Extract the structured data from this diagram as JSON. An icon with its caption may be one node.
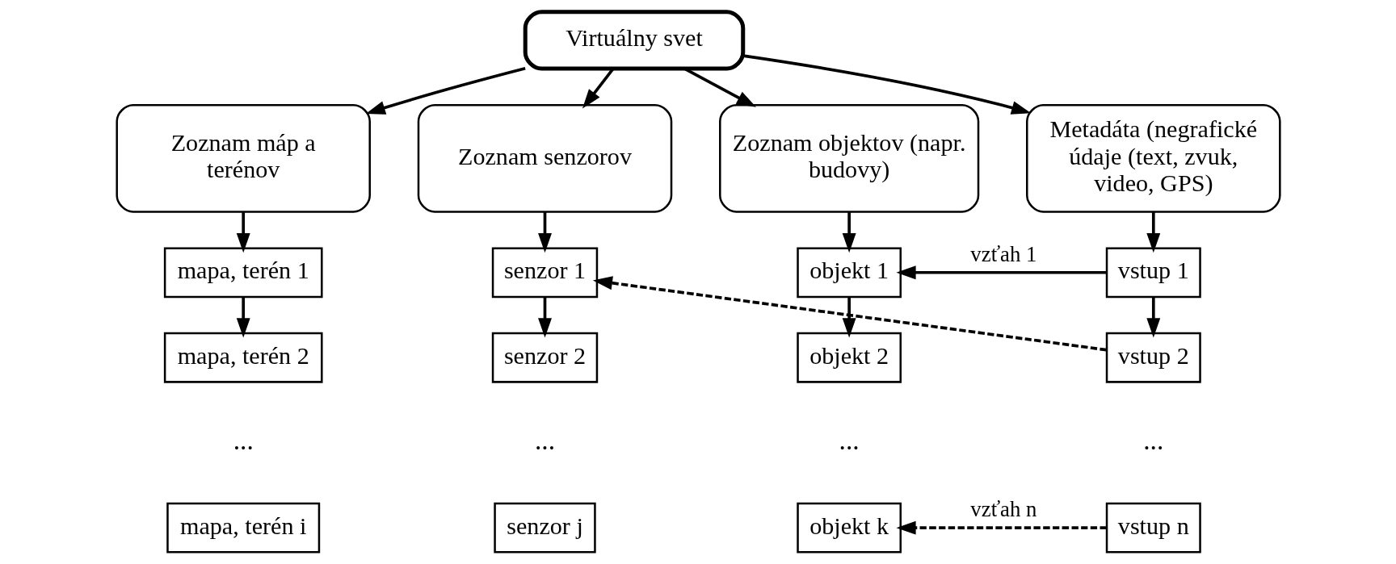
{
  "diagram": {
    "nodes": [
      {
        "text": [
          "Virtuálny svet"
        ]
      },
      {
        "text": [
          "Zoznam máp a terénov"
        ]
      },
      {
        "text": [
          "Zoznam senzorov"
        ]
      },
      {
        "text": [
          "Zoznam objektov (napr. budovy)"
        ]
      },
      {
        "text": [
          "Metadáta (negrafické údaje (text, zvuk, video, GPS)"
        ]
      },
      {
        "text": [
          "mapa, terén 1"
        ]
      },
      {
        "text": [
          "mapa, terén 2"
        ]
      },
      {
        "text": [
          "mapa, terén i"
        ]
      },
      {
        "text": [
          "senzor 1"
        ]
      },
      {
        "text": [
          "senzor 2"
        ]
      },
      {
        "text": [
          "senzor j"
        ]
      },
      {
        "text": [
          "objekt 1"
        ]
      },
      {
        "text": [
          "objekt 2"
        ]
      },
      {
        "text": [
          "objekt k"
        ]
      },
      {
        "text": [
          "vstup 1"
        ]
      },
      {
        "text": [
          "vstup 2"
        ]
      },
      {
        "text": [
          "vstup n"
        ]
      }
    ],
    "edges": [
      {
        "from": 0,
        "to": 1,
        "arrow": "to"
      },
      {
        "from": 0,
        "to": 2,
        "arrow": "to"
      },
      {
        "from": 0,
        "to": 3,
        "arrow": "to"
      },
      {
        "from": 0,
        "to": 4,
        "arrow": "to"
      },
      {
        "from": 1,
        "to": 5,
        "arrow": "to"
      },
      {
        "from": 5,
        "to": 6,
        "arrow": "to"
      },
      {
        "from": 2,
        "to": 8,
        "arrow": "to"
      },
      {
        "from": 8,
        "to": 9,
        "arrow": "to"
      },
      {
        "from": 3,
        "to": 11,
        "arrow": "to"
      },
      {
        "from": 11,
        "to": 12,
        "arrow": "to"
      },
      {
        "from": 4,
        "to": 14,
        "arrow": "to"
      },
      {
        "from": 14,
        "to": 15,
        "arrow": "to"
      },
      {
        "from": 14,
        "to": 11,
        "arrow": "to",
        "label": "vzťah 1"
      },
      {
        "from": 15,
        "to": 8,
        "arrow": "to",
        "style": "dashed"
      },
      {
        "from": 16,
        "to": 13,
        "arrow": "to",
        "label": "vzťah n",
        "style": "dashed"
      }
    ],
    "labels": [
      "...",
      "...",
      "...",
      "..."
    ]
  }
}
